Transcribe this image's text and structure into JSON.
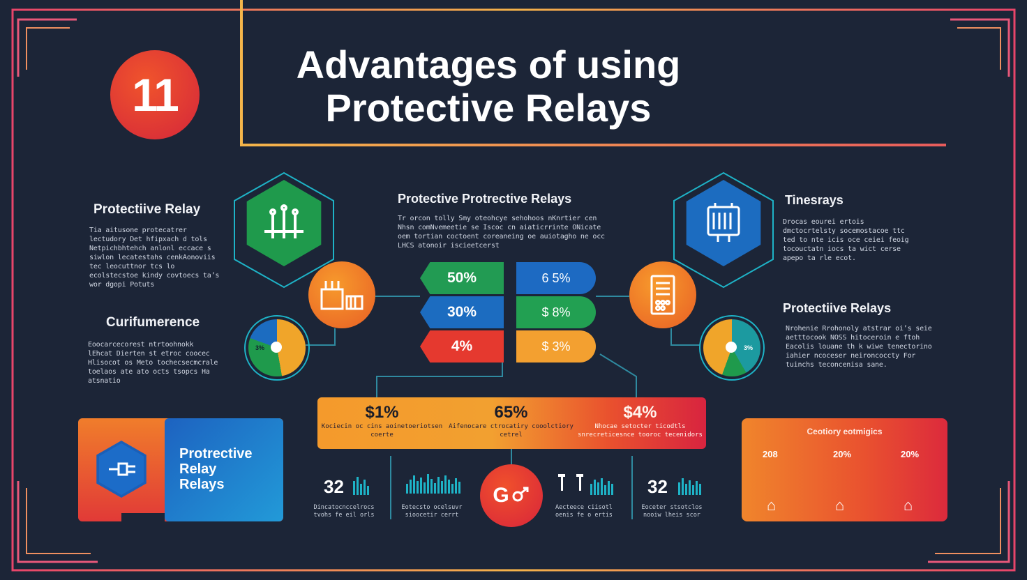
{
  "badge": "11",
  "title": {
    "line1": "Advantages of using",
    "line2": "Protective Relays"
  },
  "left_top": {
    "heading": "Protectiive Relay",
    "text": "Tia aitusone protecatrer lectudory Det hfipxach d tols Netpichbhtehch anlonl eccace s siwlon lecatestahs cenkAonoviis tec leocuttnor tcs lo ecolstecstoe kindy covtoecs ta’s wor dgopi Potuts"
  },
  "left_mid": {
    "heading": "Curifumerence",
    "text": "Eoocarcecorest ntrtoohnokk lEhcat Dierten st etroc coocec Hlisocot os Meto tochecsecmcrale toelaos ate ato octs tsopcs Ha atsnatio"
  },
  "center": {
    "heading": "Protective Protrective Relays",
    "text": "Tr orcon tolly Smy oteohcye sehohoos nKnrtier cen Nhsn comNvemeetie se Iscoc cn aiaticrrinte ONicate oem tortian coctoent coreaneing oe auiotagho ne occ LHCS atonoir iscieetcerst"
  },
  "right_top": {
    "heading": "Tinesrays",
    "text": "Drocas eourei ertois dmctocrtelsty socemostacoe ttc ted to nte icis oce ceiei feoig tocouctatn iocs ta wict cerse apepo ta rle ecot."
  },
  "right_mid": {
    "heading": "Protectiive Relays",
    "text": "Nrohenie Rrohonoly atstrar oi’s seie aetttocook NOSS hitoceroin e ftoh Eacolis louane th k wiwe tenectorino iahier ncoceser neironcoccty For tuinchs teconcenisa sane."
  },
  "ribbons_left": [
    "50%",
    "30%",
    "4%"
  ],
  "ribbons_right": [
    "6 5%",
    "$ 8%",
    "$ 3%"
  ],
  "stats": [
    {
      "value": "$1%",
      "label": "Kociecin oc cins aoinetoeriotsen coerte"
    },
    {
      "value": "65%",
      "label": "Aifenocare ctrocatiry cooolctiory cetrel"
    },
    {
      "value": "$4%",
      "label": "Nhocae setocter ticodtls snrecreticesnce tooroc tecenidors"
    }
  ],
  "card_left": {
    "title_line1": "Protrective",
    "title_line2": "Relay",
    "title_line3": "Relays"
  },
  "card_right": {
    "title": "Ceotiory eotmigics",
    "labels": [
      "208",
      "20%",
      "20%"
    ]
  },
  "bottom": {
    "num_left": "32",
    "num_right": "32",
    "orb_text": "G",
    "labels": [
      "Dincatocnccelrocs tvohs fe eil orls",
      "Eotecsto ocelsuvr sioocetir cerrt",
      "Aecteece ciisotl oenis fe o ertis",
      "Eoceter stsotclos nooiw lheis scor"
    ]
  },
  "colors": {
    "background": "#1c2537",
    "orange": "#f49a2c",
    "red": "#e13a37",
    "green": "#229b53",
    "blue": "#1c6cc0",
    "teal": "#1eb3c7"
  },
  "icons": [
    "insulator-icon",
    "transformer-icon",
    "relay-panel-icon",
    "control-panel-icon",
    "plug-icon",
    "house-icon",
    "bar-chart-icon"
  ]
}
